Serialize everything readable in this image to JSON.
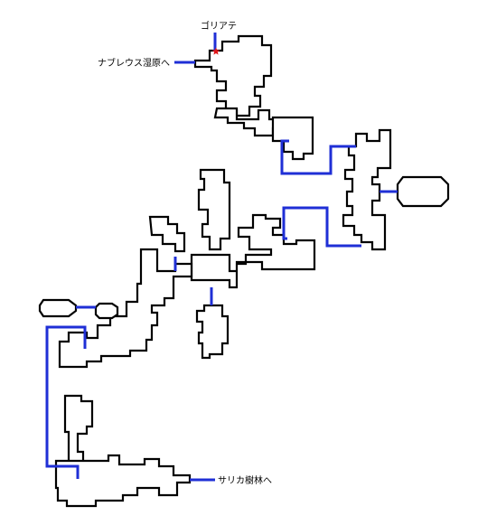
{
  "map": {
    "labels": {
      "boss": "ゴリアテ",
      "exit_west": "ナブレウス湿原へ",
      "exit_east": "サリカ樹林へ"
    },
    "colors": {
      "wall": "#000000",
      "floor": "#ffffff",
      "connector": "#1f2fd6",
      "boss_marker": "#e0161a"
    },
    "icons": {
      "boss_marker": "star-icon"
    }
  }
}
